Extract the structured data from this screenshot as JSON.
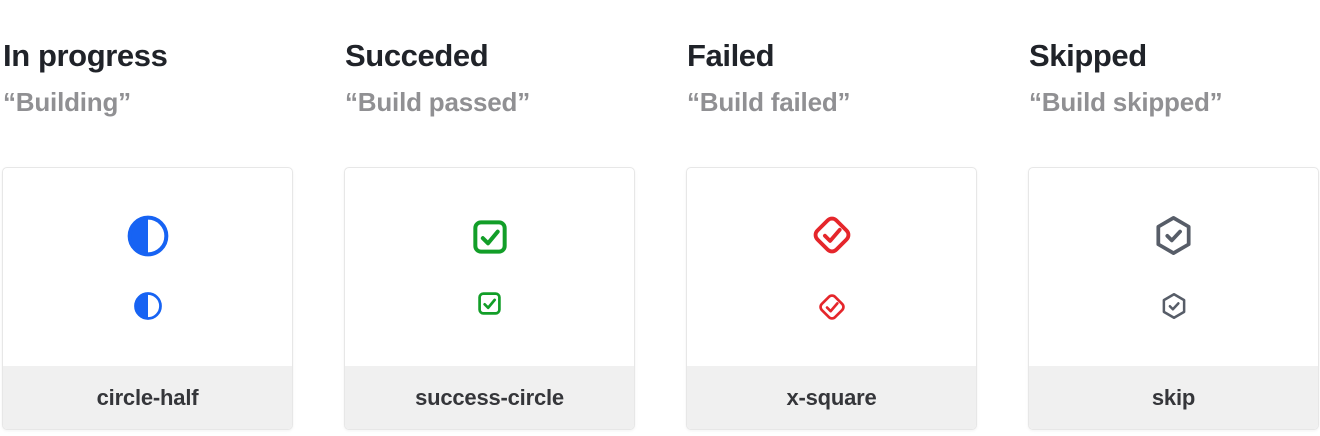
{
  "page": {
    "background": "#ffffff"
  },
  "columns": [
    {
      "title": "In progress",
      "subtitle": "“Building”",
      "icon": "circle-half-icon",
      "label": "circle-half",
      "color": "#1763f3"
    },
    {
      "title": "Succeded",
      "subtitle": "“Build passed”",
      "icon": "check-square-icon",
      "label": "success-circle",
      "color": "#129e28"
    },
    {
      "title": "Failed",
      "subtitle": "“Build failed”",
      "icon": "diamond-check-icon",
      "label": "x-square",
      "color": "#e5262b"
    },
    {
      "title": "Skipped",
      "subtitle": "“Build skipped”",
      "icon": "hexagon-check-icon",
      "label": "skip",
      "color": "#575d68"
    }
  ],
  "colors": {
    "title_text": "#202329",
    "subtitle_text": "#909093",
    "card_border": "#e7e7e7",
    "footer_background": "#f0f0f0",
    "footer_text": "#35363a"
  }
}
